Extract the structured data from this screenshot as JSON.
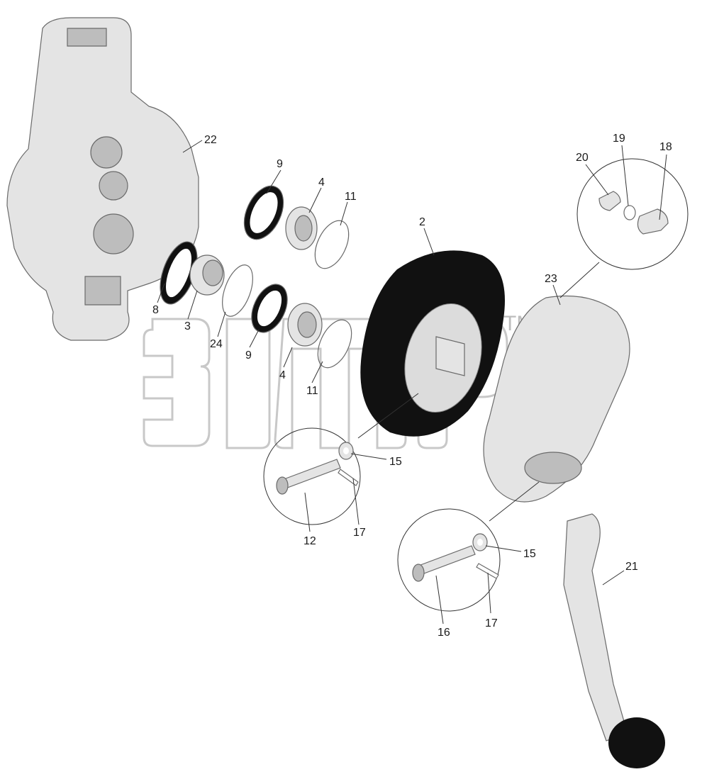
{
  "watermark": {
    "tm": "TM"
  },
  "callouts": [
    {
      "id": "22",
      "label": "22"
    },
    {
      "id": "9a",
      "label": "9"
    },
    {
      "id": "4a",
      "label": "4"
    },
    {
      "id": "11a",
      "label": "11"
    },
    {
      "id": "2",
      "label": "2"
    },
    {
      "id": "20",
      "label": "20"
    },
    {
      "id": "19",
      "label": "19"
    },
    {
      "id": "18",
      "label": "18"
    },
    {
      "id": "23",
      "label": "23"
    },
    {
      "id": "8",
      "label": "8"
    },
    {
      "id": "3",
      "label": "3"
    },
    {
      "id": "24",
      "label": "24"
    },
    {
      "id": "9b",
      "label": "9"
    },
    {
      "id": "4b",
      "label": "4"
    },
    {
      "id": "11b",
      "label": "11"
    },
    {
      "id": "15a",
      "label": "15"
    },
    {
      "id": "12",
      "label": "12"
    },
    {
      "id": "17a",
      "label": "17"
    },
    {
      "id": "15b",
      "label": "15"
    },
    {
      "id": "16",
      "label": "16"
    },
    {
      "id": "17b",
      "label": "17"
    },
    {
      "id": "21",
      "label": "21"
    }
  ],
  "colors": {
    "metal": "#e4e4e4",
    "rubber": "#111111",
    "line": "#333333"
  }
}
